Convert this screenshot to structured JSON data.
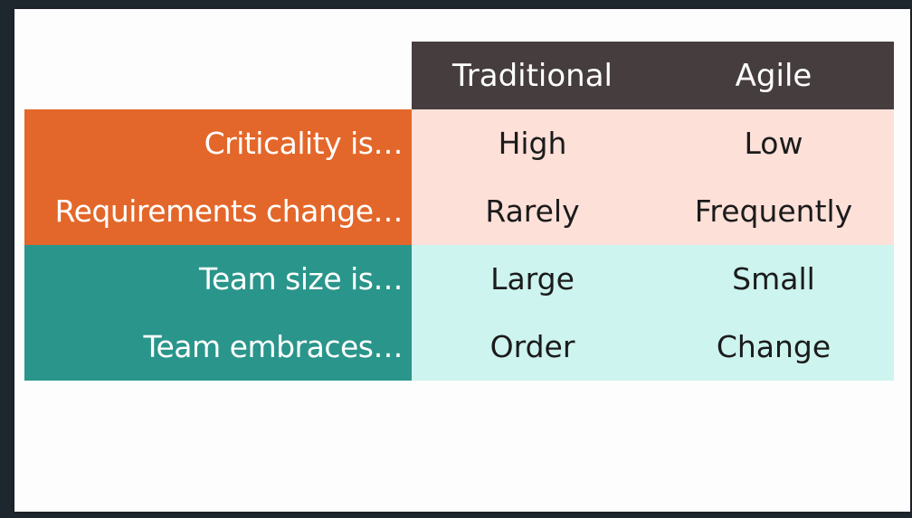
{
  "table": {
    "headers": [
      "Traditional",
      "Agile"
    ],
    "rows": [
      {
        "label": "Criticality is…",
        "traditional": "High",
        "agile": "Low",
        "group": "orange"
      },
      {
        "label": "Requirements change…",
        "traditional": "Rarely",
        "agile": "Frequently",
        "group": "orange"
      },
      {
        "label": "Team size is…",
        "traditional": "Large",
        "agile": "Small",
        "group": "teal"
      },
      {
        "label": "Team embraces…",
        "traditional": "Order",
        "agile": "Change",
        "group": "teal"
      }
    ]
  },
  "colors": {
    "page_background": "#1f272e",
    "slide_background": "#fdfdfd",
    "header_background": "#463d3f",
    "orange_label": "#e3672a",
    "orange_cell": "#fde0d8",
    "teal_label": "#2a958b",
    "teal_cell": "#cdf4ef"
  }
}
